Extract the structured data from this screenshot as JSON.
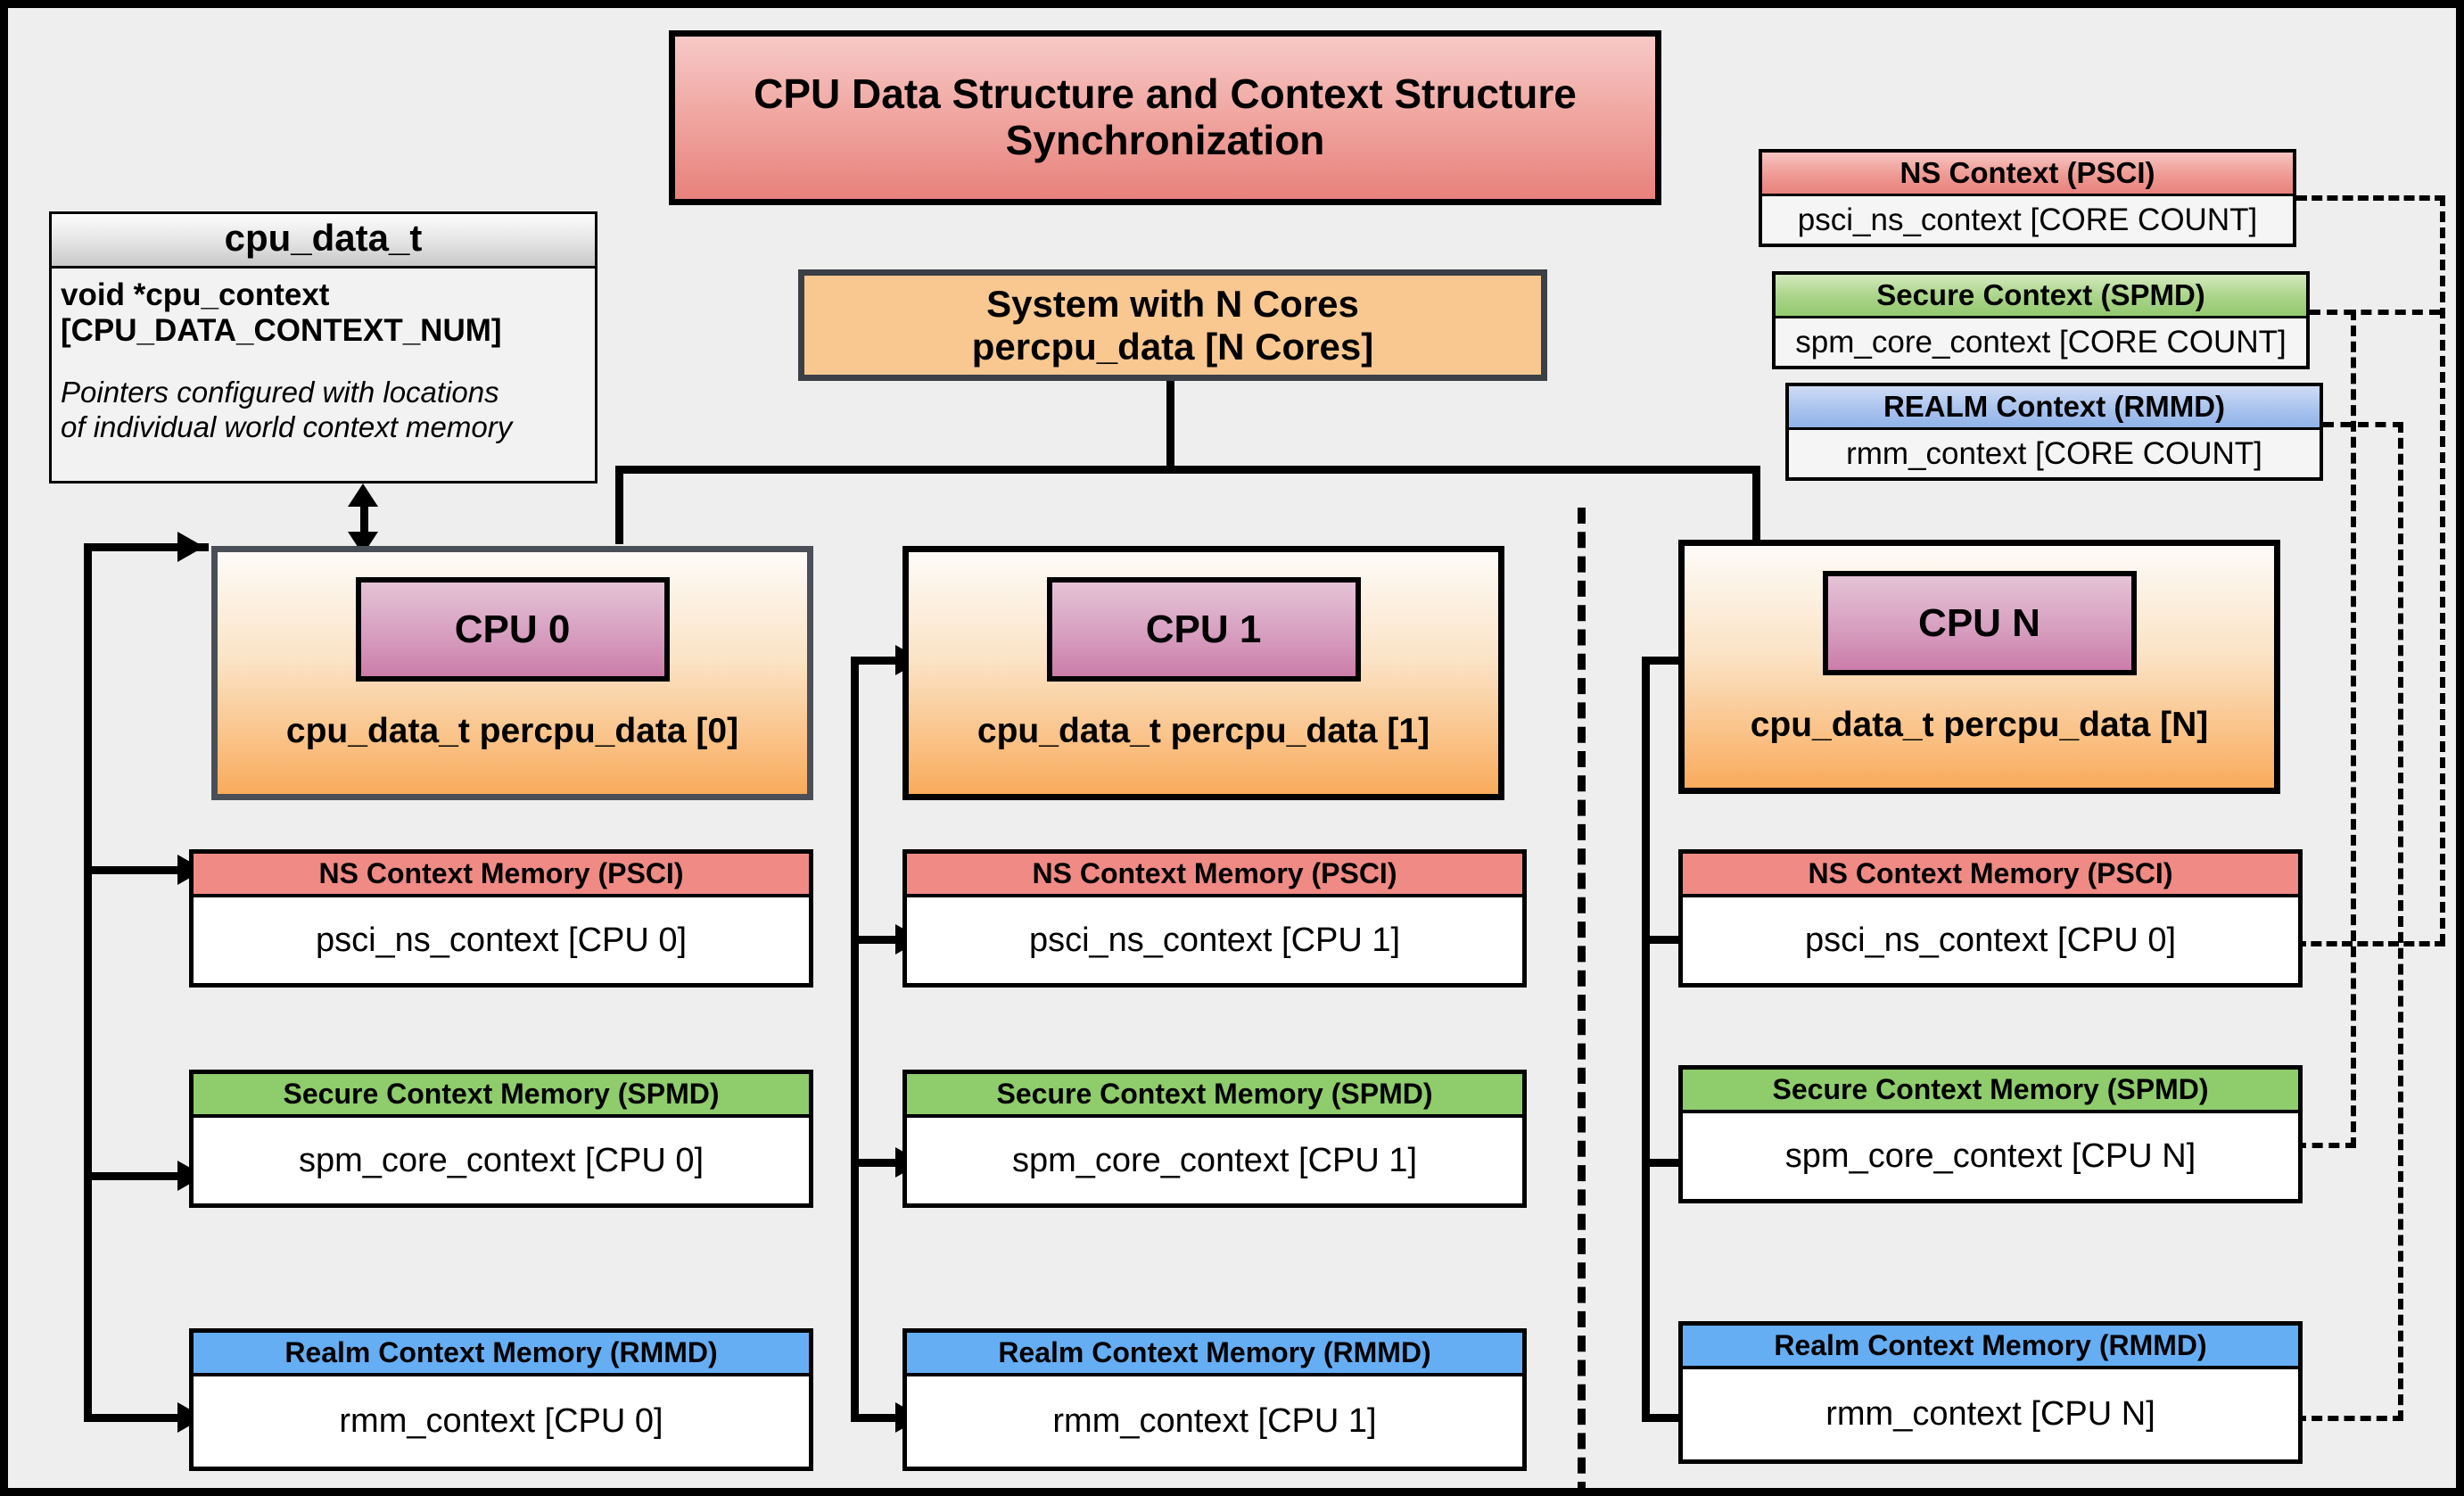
{
  "diagram": {
    "title": "CPU Data Structure and Context Structure Synchronization",
    "system_node": {
      "line1": "System with N Cores",
      "line2": "percpu_data [N Cores]"
    },
    "cpu_data_t": {
      "header": "cpu_data_t",
      "field": "void  *cpu_context",
      "field_index": "[CPU_DATA_CONTEXT_NUM]",
      "note_line1": "Pointers configured with locations",
      "note_line2": "of individual world context memory"
    },
    "context_definitions": [
      {
        "header": "NS Context  (PSCI)",
        "body": "psci_ns_context [CORE COUNT]",
        "color": "#e8827c",
        "kind": "psci"
      },
      {
        "header": "Secure Context (SPMD)",
        "body": "spm_core_context [CORE COUNT]",
        "color": "#93c96f",
        "kind": "spmd"
      },
      {
        "header": "REALM Context (RMMD)",
        "body": "rmm_context [CORE COUNT]",
        "color": "#90b2e8",
        "kind": "rmmd"
      }
    ],
    "cpu_columns": [
      {
        "chip_label": "CPU 0",
        "caption": "cpu_data_t percpu_data [0]",
        "memories": [
          {
            "header": "NS Context Memory (PSCI)",
            "body": "psci_ns_context [CPU 0]",
            "kind": "psci"
          },
          {
            "header": "Secure Context Memory (SPMD)",
            "body": "spm_core_context [CPU 0]",
            "kind": "spmd"
          },
          {
            "header": "Realm Context Memory (RMMD)",
            "body": "rmm_context [CPU 0]",
            "kind": "rmmd"
          }
        ]
      },
      {
        "chip_label": "CPU 1",
        "caption": "cpu_data_t percpu_data [1]",
        "memories": [
          {
            "header": "NS Context Memory (PSCI)",
            "body": "psci_ns_context [CPU 1]",
            "kind": "psci"
          },
          {
            "header": "Secure Context Memory (SPMD)",
            "body": "spm_core_context [CPU 1]",
            "kind": "spmd"
          },
          {
            "header": "Realm Context Memory (RMMD)",
            "body": "rmm_context [CPU 1]",
            "kind": "rmmd"
          }
        ]
      },
      {
        "chip_label": "CPU N",
        "caption": "cpu_data_t percpu_data [N]",
        "memories": [
          {
            "header": "NS Context Memory (PSCI)",
            "body": "psci_ns_context [CPU 0]",
            "kind": "psci"
          },
          {
            "header": "Secure Context Memory (SPMD)",
            "body": "spm_core_context [CPU N]",
            "kind": "spmd"
          },
          {
            "header": "Realm Context Memory (RMMD)",
            "body": "rmm_context [CPU N]",
            "kind": "rmmd"
          }
        ]
      }
    ],
    "colors": {
      "background": "#eeeeee",
      "frame": "#000000",
      "title_fill": "#e8817b",
      "system_fill": "#f9c891",
      "cpu_fill": "#f9ab5c",
      "chip_fill": "#cb7da9",
      "psci": "#e8827c",
      "spmd": "#93c96f",
      "rmmd": "#66aef4"
    }
  }
}
